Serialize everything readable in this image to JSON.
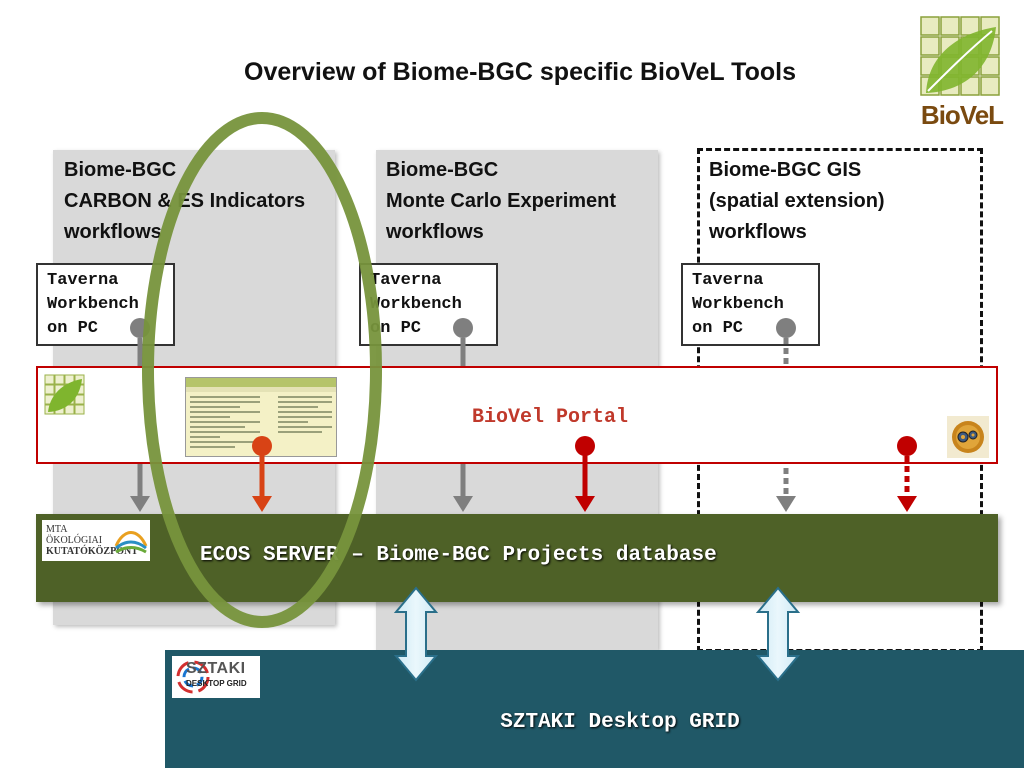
{
  "title": "Overview of Biome-BGC specific BioVeL Tools",
  "columns": [
    {
      "lines": [
        "Biome-BGC",
        "CARBON & ES Indicators",
        "workflows"
      ],
      "taverna": [
        "Taverna",
        "Workbench",
        "on PC"
      ]
    },
    {
      "lines": [
        "Biome-BGC",
        "Monte Carlo Experiment",
        "workflows"
      ],
      "taverna": [
        "Taverna",
        "Workbench",
        "on PC"
      ]
    },
    {
      "lines": [
        "Biome-BGC GIS",
        "(spatial extension)",
        "workflows"
      ],
      "taverna": [
        "Taverna",
        "Workbench",
        "on PC"
      ]
    }
  ],
  "portal": {
    "label": "BioVel Portal"
  },
  "ecos": {
    "label": "ECOS SERVER – Biome-BGC Projects database"
  },
  "grid": {
    "label": "SZTAKI Desktop GRID"
  },
  "logos": {
    "mta": [
      "MTA",
      "ÖKOLÓGIAI",
      "KUTATÓKÖZPONT"
    ],
    "sztaki": [
      "SZTAKI",
      "DESKTOP GRID"
    ],
    "biovel": "BioVeL"
  },
  "colors": {
    "gray_arrow": "#7f7f7f",
    "red_arrow": "#c00000",
    "orange_arrow": "#d84315",
    "portal_border": "#c00000",
    "ecos_bg": "#4e6127",
    "grid_bg": "#205867",
    "ellipse": "#77933c",
    "double_arrow": "#d6eef8"
  }
}
